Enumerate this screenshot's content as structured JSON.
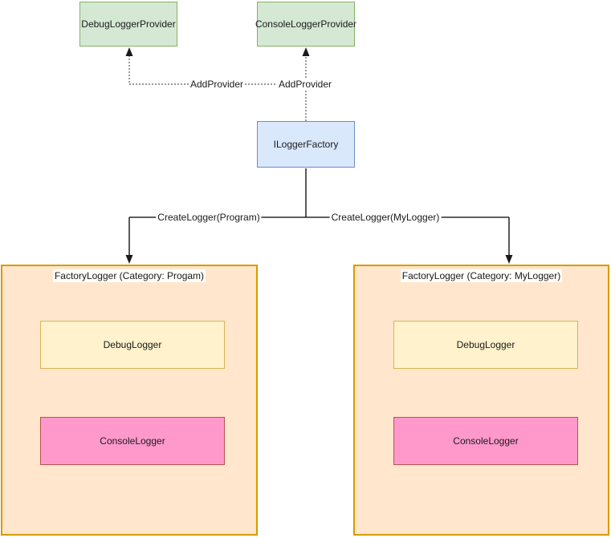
{
  "nodes": {
    "debug_provider": "DebugLoggerProvider",
    "console_provider": "ConsoleLoggerProvider",
    "logger_factory": "ILoggerFactory",
    "debug_logger": "DebugLogger",
    "console_logger": "ConsoleLogger"
  },
  "containers": {
    "left_title": "FactoryLogger (Category: Progam)",
    "right_title": "FactoryLogger (Category: MyLogger)"
  },
  "edge_labels": {
    "add_provider_left": "AddProvider",
    "add_provider_right": "AddProvider",
    "create_logger_left": "CreateLogger(Program)",
    "create_logger_right": "CreateLogger(MyLogger)"
  },
  "colors": {
    "provider_fill": "#d5e8d4",
    "provider_border": "#82b366",
    "factory_fill": "#dae8fc",
    "factory_border": "#6c8ebf",
    "container_fill": "#ffe6cc",
    "container_border": "#d79b00",
    "debug_fill": "#fff2cc",
    "debug_border": "#d6b656",
    "console_fill": "#ff99cc",
    "console_border": "#b85450",
    "solid_edge": "#000000",
    "dashed_edge": "#595959"
  }
}
